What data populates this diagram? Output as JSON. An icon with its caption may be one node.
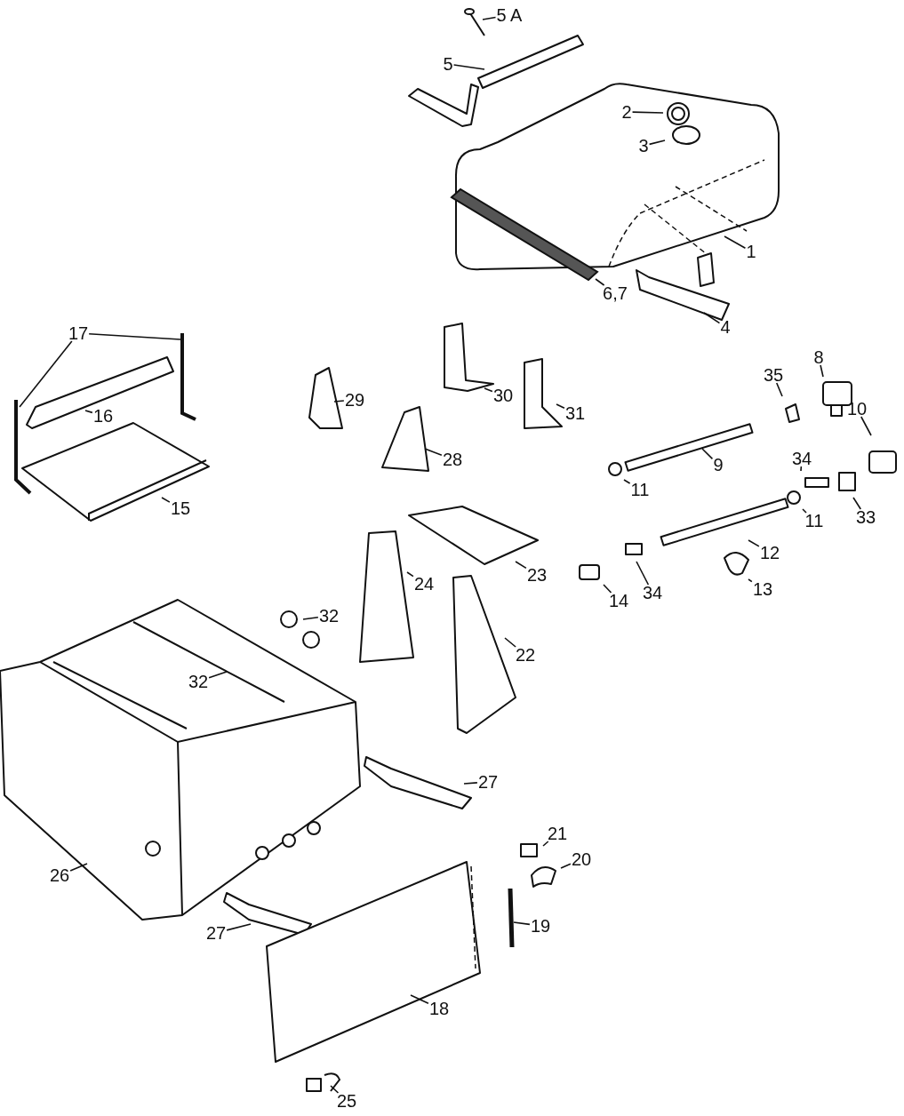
{
  "diagram": {
    "nodes": [
      {
        "text": [
          "5 A"
        ]
      },
      {
        "text": [
          "5"
        ]
      },
      {
        "text": [
          "2"
        ]
      },
      {
        "text": [
          "3"
        ]
      },
      {
        "text": [
          "1"
        ]
      },
      {
        "text": [
          "6,7"
        ]
      },
      {
        "text": [
          "4"
        ]
      },
      {
        "text": [
          "17"
        ]
      },
      {
        "text": [
          "29"
        ]
      },
      {
        "text": [
          "30"
        ]
      },
      {
        "text": [
          "31"
        ]
      },
      {
        "text": [
          "35"
        ]
      },
      {
        "text": [
          "8"
        ]
      },
      {
        "text": [
          "16"
        ]
      },
      {
        "text": [
          "28"
        ]
      },
      {
        "text": [
          "10"
        ]
      },
      {
        "text": [
          "9"
        ]
      },
      {
        "text": [
          "34"
        ]
      },
      {
        "text": [
          "11"
        ]
      },
      {
        "text": [
          "33"
        ]
      },
      {
        "text": [
          "15"
        ]
      },
      {
        "text": [
          "11"
        ]
      },
      {
        "text": [
          "12"
        ]
      },
      {
        "text": [
          "24"
        ]
      },
      {
        "text": [
          "23"
        ]
      },
      {
        "text": [
          "14"
        ]
      },
      {
        "text": [
          "34"
        ]
      },
      {
        "text": [
          "13"
        ]
      },
      {
        "text": [
          "32"
        ]
      },
      {
        "text": [
          "22"
        ]
      },
      {
        "text": [
          "32"
        ]
      },
      {
        "text": [
          "27"
        ]
      },
      {
        "text": [
          "21"
        ]
      },
      {
        "text": [
          "26"
        ]
      },
      {
        "text": [
          "20"
        ]
      },
      {
        "text": [
          "19"
        ]
      },
      {
        "text": [
          "27"
        ]
      },
      {
        "text": [
          "18"
        ]
      },
      {
        "text": [
          "25"
        ]
      }
    ],
    "edges": [
      {
        "from": 0,
        "to": null,
        "arrow": "none"
      },
      {
        "from": 1,
        "to": null,
        "arrow": "none"
      },
      {
        "from": 2,
        "to": null,
        "arrow": "none"
      },
      {
        "from": 3,
        "to": null,
        "arrow": "none"
      },
      {
        "from": 4,
        "to": null,
        "arrow": "none"
      },
      {
        "from": 5,
        "to": null,
        "arrow": "none"
      },
      {
        "from": 6,
        "to": null,
        "arrow": "none"
      },
      {
        "from": 7,
        "to": null,
        "arrow": "none"
      },
      {
        "from": 7,
        "to": null,
        "arrow": "none"
      },
      {
        "from": 8,
        "to": null,
        "arrow": "none"
      },
      {
        "from": 9,
        "to": null,
        "arrow": "none"
      },
      {
        "from": 10,
        "to": null,
        "arrow": "none"
      },
      {
        "from": 11,
        "to": null,
        "arrow": "none"
      },
      {
        "from": 12,
        "to": null,
        "arrow": "none"
      },
      {
        "from": 13,
        "to": null,
        "arrow": "none"
      },
      {
        "from": 14,
        "to": null,
        "arrow": "none"
      },
      {
        "from": 15,
        "to": null,
        "arrow": "none"
      },
      {
        "from": 16,
        "to": null,
        "arrow": "none"
      },
      {
        "from": 17,
        "to": null,
        "arrow": "none"
      },
      {
        "from": 18,
        "to": null,
        "arrow": "none"
      },
      {
        "from": 19,
        "to": null,
        "arrow": "none"
      },
      {
        "from": 20,
        "to": null,
        "arrow": "none"
      },
      {
        "from": 21,
        "to": null,
        "arrow": "none"
      },
      {
        "from": 22,
        "to": null,
        "arrow": "none"
      },
      {
        "from": 23,
        "to": null,
        "arrow": "none"
      },
      {
        "from": 24,
        "to": null,
        "arrow": "none"
      },
      {
        "from": 25,
        "to": null,
        "arrow": "none"
      },
      {
        "from": 26,
        "to": null,
        "arrow": "none"
      },
      {
        "from": 27,
        "to": null,
        "arrow": "none"
      },
      {
        "from": 28,
        "to": null,
        "arrow": "none"
      },
      {
        "from": 29,
        "to": null,
        "arrow": "none"
      },
      {
        "from": 30,
        "to": null,
        "arrow": "none"
      },
      {
        "from": 31,
        "to": null,
        "arrow": "none"
      },
      {
        "from": 32,
        "to": null,
        "arrow": "none"
      },
      {
        "from": 33,
        "to": null,
        "arrow": "none"
      },
      {
        "from": 34,
        "to": null,
        "arrow": "none"
      },
      {
        "from": 35,
        "to": null,
        "arrow": "none"
      },
      {
        "from": 36,
        "to": null,
        "arrow": "none"
      },
      {
        "from": 37,
        "to": null,
        "arrow": "none"
      },
      {
        "from": 38,
        "to": null,
        "arrow": "none"
      }
    ]
  }
}
